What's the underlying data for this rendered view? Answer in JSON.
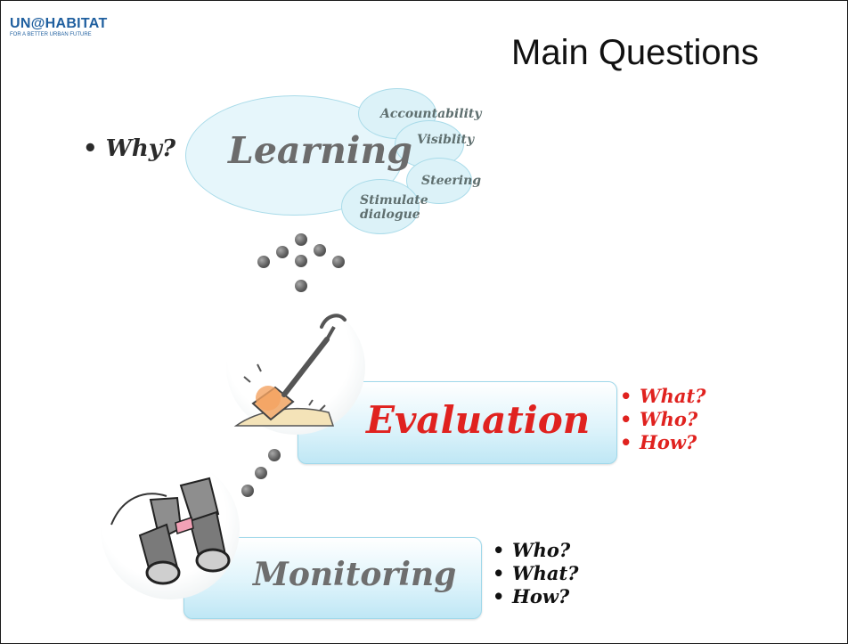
{
  "logo": {
    "line1": "UN@HABITAT",
    "line2": "FOR A BETTER URBAN FUTURE"
  },
  "title": "Main Questions",
  "why_bullet": "• Why?",
  "learning": {
    "label": "Learning",
    "bubbles": [
      "Accountability",
      "Visiblity",
      "Steering",
      "Stimulate dialogue"
    ]
  },
  "evaluation": {
    "label": "Evaluation",
    "questions": [
      "What?",
      "Who?",
      "How?"
    ],
    "color": "#e0221f"
  },
  "monitoring": {
    "label": "Monitoring",
    "questions": [
      "Who?",
      "What?",
      "How?"
    ]
  },
  "icons": {
    "evaluation": "shovel-icon",
    "monitoring": "binoculars-icon"
  }
}
